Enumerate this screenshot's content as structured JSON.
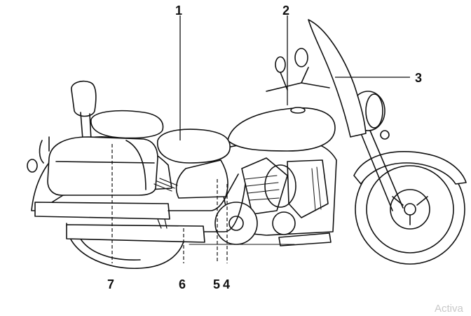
{
  "figure": {
    "callouts": [
      "1",
      "2",
      "3",
      "4",
      "5",
      "6",
      "7"
    ]
  },
  "overlay": {
    "watermark_text": "Activa"
  },
  "colors": {
    "line": "#111111",
    "fill": "#ffffff",
    "shade": "#e6e6e6",
    "watermark": "#c8c8c8"
  }
}
